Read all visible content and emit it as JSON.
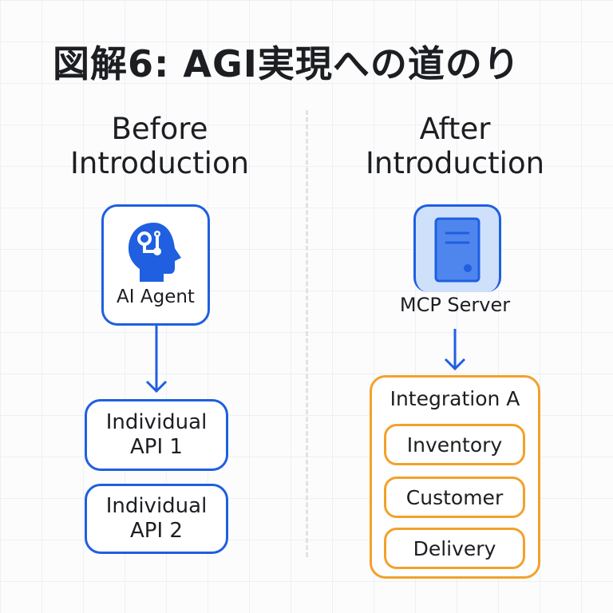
{
  "title": "図解6: AGI実現への道のり",
  "colors": {
    "blue": "#1f5fe0",
    "light_blue": "#cfe0fb",
    "orange": "#f3a12b",
    "text": "#1c1e22",
    "divider": "#dfe2e7"
  },
  "before": {
    "heading_line1": "Before",
    "heading_line2": "Introduction",
    "agent": {
      "icon": "ai-head-icon",
      "label": "AI Agent"
    },
    "apis": [
      {
        "line1": "Individual",
        "line2": "API 1"
      },
      {
        "line1": "Individual",
        "line2": "API 2"
      }
    ]
  },
  "after": {
    "heading_line1": "After",
    "heading_line2": "Introduction",
    "server": {
      "icon": "server-icon",
      "label": "MCP Server"
    },
    "integration": {
      "title": "Integration A",
      "items": [
        "Inventory",
        "Customer",
        "Delivery"
      ]
    }
  }
}
